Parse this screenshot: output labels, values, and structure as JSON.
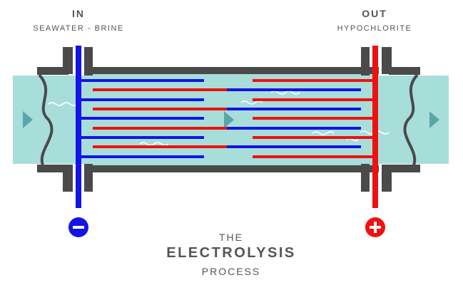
{
  "inlet": {
    "title": "IN",
    "subtitle": "SEAWATER - BRINE"
  },
  "outlet": {
    "title": "OUT",
    "subtitle": "HYPOCHLORITE"
  },
  "caption": {
    "line1": "THE",
    "line2": "ELECTROLYSIS",
    "line3": "PROCESS"
  },
  "cathode": {
    "symbol": "−",
    "color": "#1414e6",
    "icon": "minus-icon"
  },
  "anode": {
    "symbol": "+",
    "color": "#ee1111",
    "icon": "plus-icon"
  },
  "colors": {
    "water": "#a8deda",
    "housing": "#4a4a4a",
    "flow_arrow": "#5aa5a8",
    "wave": "#ffffff"
  }
}
